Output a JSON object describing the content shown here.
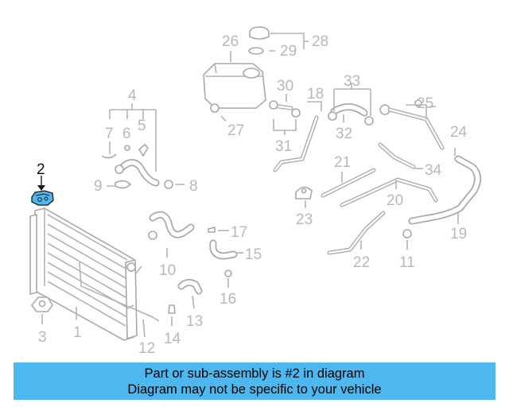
{
  "diagram": {
    "highlighted_part": "2",
    "part_numbers": [
      "1",
      "2",
      "3",
      "4",
      "5",
      "6",
      "7",
      "8",
      "9",
      "10",
      "11",
      "12",
      "13",
      "14",
      "15",
      "16",
      "17",
      "18",
      "19",
      "20",
      "21",
      "22",
      "23",
      "24",
      "25",
      "26",
      "27",
      "28",
      "29",
      "30",
      "31",
      "32",
      "33",
      "34"
    ],
    "colors": {
      "parts": "#b0b0b0",
      "highlight_fill": "#4db8f0",
      "highlight_label": "#111111"
    }
  },
  "banner": {
    "line1": "Part or sub-assembly is #2 in diagram",
    "line2": "Diagram may not be specific to your vehicle",
    "background": "#4db8f0"
  }
}
